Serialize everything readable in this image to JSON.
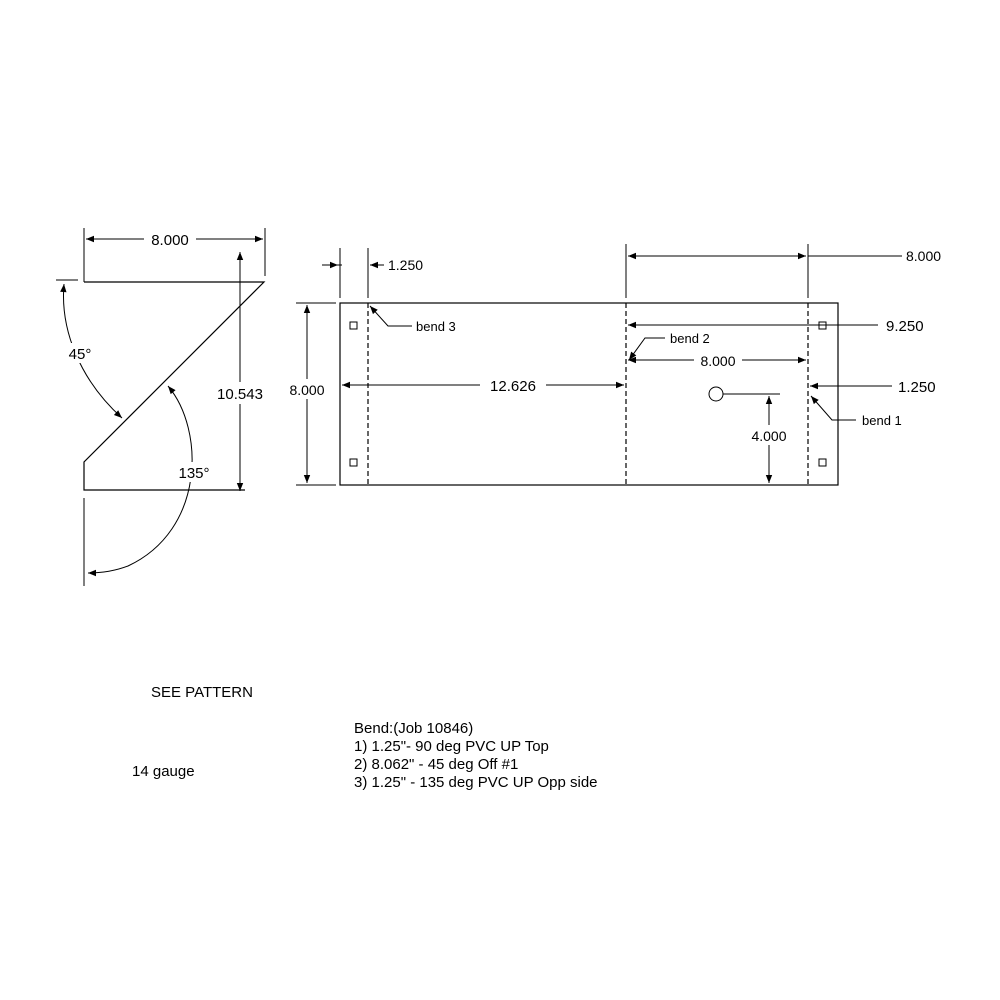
{
  "side_view": {
    "width_dim": "8.000",
    "height_dim": "10.543",
    "angle_top": "45°",
    "angle_bottom": "135°"
  },
  "flat_pattern": {
    "dim_left_flange": "1.250",
    "dim_right_span": "8.000",
    "dim_bend2_to_end": "9.250",
    "dim_bend2_to_bend1": "8.000",
    "dim_right_flange": "1.250",
    "dim_length_to_bend2": "12.626",
    "dim_height": "8.000",
    "dim_hole_height": "4.000",
    "bend_3": "bend 3",
    "bend_2": "bend 2",
    "bend_1": "bend 1"
  },
  "notes": {
    "see_pattern": "SEE PATTERN",
    "gauge": "14 gauge",
    "bend_title": "Bend:(Job 10846)",
    "bend_lines": [
      "1) 1.25\"- 90 deg PVC UP Top",
      "2) 8.062\" - 45 deg Off #1",
      "3) 1.25\" - 135 deg PVC UP Opp side"
    ]
  }
}
